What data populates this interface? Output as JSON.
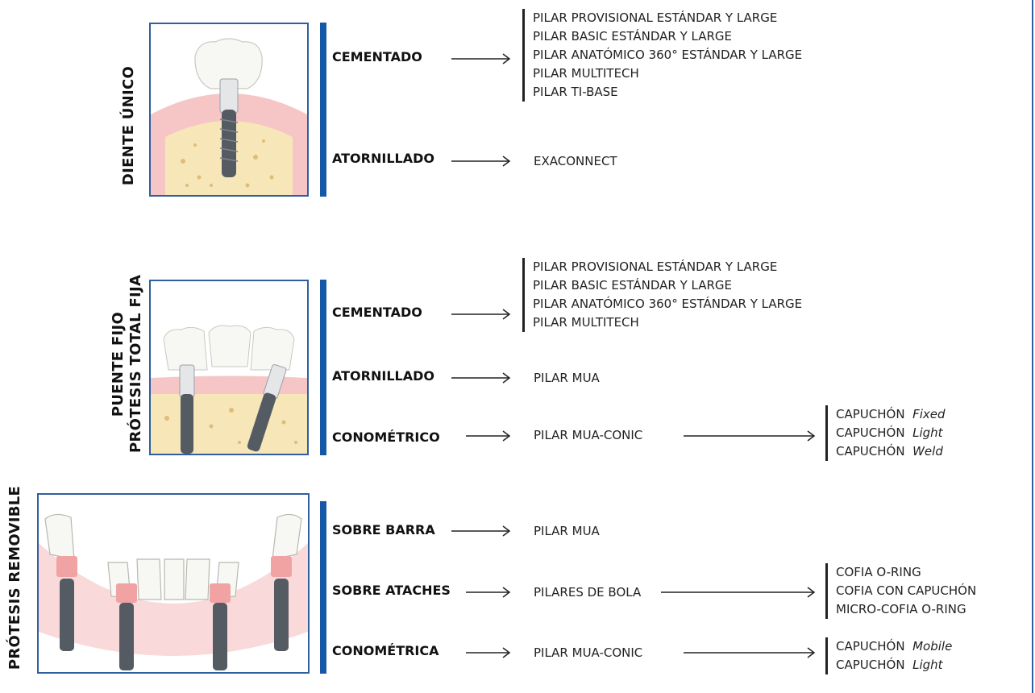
{
  "sections": [
    {
      "title_lines": [
        "DIENTE ÚNICO"
      ],
      "rows": [
        {
          "category": "CEMENTADO",
          "items": [
            "PILAR PROVISIONAL ESTÁNDAR Y LARGE",
            "PILAR BASIC ESTÁNDAR Y LARGE",
            "PILAR ANATÓMICO 360° ESTÁNDAR Y LARGE",
            "PILAR MULTITECH",
            "PILAR TI-BASE"
          ]
        },
        {
          "category": "ATORNILLADO",
          "items": [
            "EXACONNECT"
          ]
        }
      ]
    },
    {
      "title_lines": [
        "PUENTE FIJO",
        "PRÓTESIS TOTAL FIJA"
      ],
      "rows": [
        {
          "category": "CEMENTADO",
          "items": [
            "PILAR PROVISIONAL ESTÁNDAR Y LARGE",
            "PILAR BASIC ESTÁNDAR Y LARGE",
            "PILAR ANATÓMICO 360° ESTÁNDAR Y LARGE",
            "PILAR MULTITECH"
          ]
        },
        {
          "category": "ATORNILLADO",
          "items": [
            "PILAR MUA"
          ]
        },
        {
          "category": "CONOMÉTRICO",
          "items": [
            "PILAR MUA-CONIC"
          ],
          "sub_items": [
            {
              "text": "CAPUCHÓN",
              "style": "Fixed"
            },
            {
              "text": "CAPUCHÓN",
              "style": "Light"
            },
            {
              "text": "CAPUCHÓN",
              "style": "Weld"
            }
          ]
        }
      ]
    },
    {
      "title_lines": [
        "PRÓTESIS REMOVIBLE"
      ],
      "rows": [
        {
          "category": "SOBRE BARRA",
          "items": [
            "PILAR MUA"
          ]
        },
        {
          "category": "SOBRE ATACHES",
          "items": [
            "PILARES DE BOLA"
          ],
          "sub_items": [
            {
              "text": "COFIA O-RING",
              "style": ""
            },
            {
              "text": "COFIA CON CAPUCHÓN",
              "style": ""
            },
            {
              "text": "MICRO-COFIA O-RING",
              "style": ""
            }
          ]
        },
        {
          "category": "CONOMÉTRICA",
          "items": [
            "PILAR MUA-CONIC"
          ],
          "sub_items": [
            {
              "text": "CAPUCHÓN",
              "style": "Mobile"
            },
            {
              "text": "CAPUCHÓN",
              "style": "Light"
            }
          ]
        }
      ]
    }
  ],
  "colors": {
    "accent_blue": "#1558a8",
    "gum_pink": "#f6c6c6",
    "bone": "#f7e6b8",
    "implant": "#555b63"
  }
}
